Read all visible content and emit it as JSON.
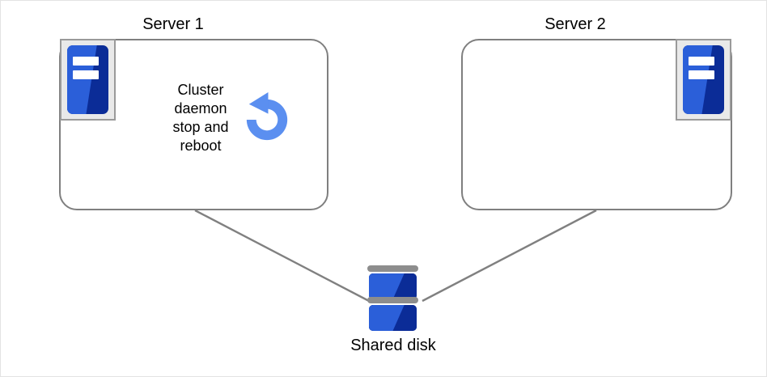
{
  "diagram": {
    "title_text": "",
    "background": "#ffffff",
    "border_color": "#e3e3e3",
    "colors": {
      "node_outline": "#7f7f7f",
      "connector": "#808080",
      "icon_frame_fill": "#e9e9e9",
      "icon_frame_border": "#9a9a9a",
      "icon_blue_light": "#2b5fd9",
      "icon_blue_dark": "#0b2c97",
      "refresh_arrow": "#5b8ff0",
      "disk_bar": "#8d8d8d",
      "text": "#000000"
    },
    "nodes": [
      {
        "id": "server1",
        "title": "Server 1",
        "icon_name": "server-icon",
        "icon_position": "top-left",
        "body_text": "Cluster\ndaemon\nstop and\nreboot",
        "status_icon": "refresh-reboot-icon"
      },
      {
        "id": "server2",
        "title": "Server 2",
        "icon_name": "server-icon",
        "icon_position": "top-right",
        "body_text": "",
        "status_icon": ""
      }
    ],
    "storage": {
      "id": "shared-disk",
      "label": "Shared disk",
      "icon_name": "disk-stack-icon",
      "platters": 2
    },
    "connectors": [
      {
        "id": "server1-to-disk",
        "from": "server1",
        "to": "shared-disk"
      },
      {
        "id": "server2-to-disk",
        "from": "server2",
        "to": "shared-disk"
      }
    ]
  }
}
